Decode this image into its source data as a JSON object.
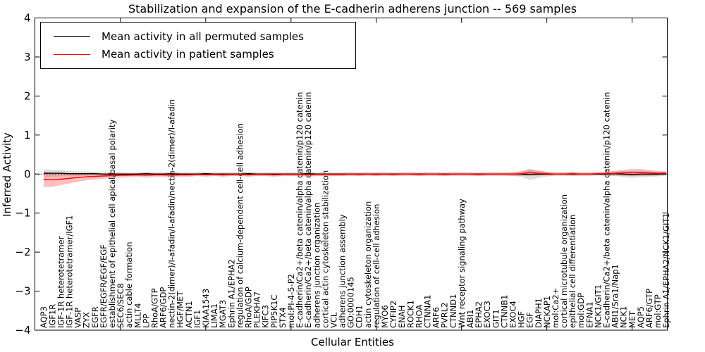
{
  "title": "Stabilization and expansion of the E-cadherin adherens junction -- 569 samples",
  "axes": {
    "xlabel": "Cellular Entities",
    "ylabel": "Inferred Activity",
    "yticks": [
      "4",
      "3",
      "2",
      "1",
      "0",
      "−1",
      "−2",
      "−3",
      "−4"
    ]
  },
  "legend": {
    "entries": [
      {
        "label": "Mean activity in all permuted samples",
        "color": "#000000"
      },
      {
        "label": "Mean activity in patient samples",
        "color": "#ff0000"
      }
    ]
  },
  "chart_data": {
    "type": "line",
    "title": "Stabilization and expansion of the E-cadherin adherens junction -- 569 samples",
    "xlabel": "Cellular Entities",
    "ylabel": "Inferred Activity",
    "ylim": [
      -4,
      4
    ],
    "grid": false,
    "legend_position": "upper left",
    "zero_line": "dotted",
    "top_tick_indices": [
      9,
      19,
      29,
      39,
      49,
      59,
      69
    ],
    "categories": [
      "AQP3",
      "IGF1R",
      "IGF-1R heterotetramer",
      "IGF-1R heterotetramer/IGF1",
      "VASP",
      "ZYX",
      "EGFR",
      "EGFR/EGFR/EGF/EGF",
      "establishment of epithelial cell apical/basal polarity",
      "SEC6/SEC8",
      "actin cable formation",
      "MLLT4",
      "LPP",
      "RhoA/GTP",
      "ARF6/GDP",
      "nectin-2(dimer)/I-afadin/I-afadin/nectin-2(dimer)/I-afadin",
      "HGF/MET",
      "ACTN1",
      "IGF1",
      "KIAA1543",
      "LIMA1",
      "MGAT3",
      "Ephrin A1/EPHA2",
      "regulation of calcium-dependent cell-cell adhesion",
      "RhoA/GDP",
      "PLEKHA7",
      "KIFC3",
      "PIP5K1C",
      "STX4",
      "mol:PI-4-5-P2",
      "E-cadherin/Ca2+/beta catenin/alpha catenin/p120 catenin",
      "E-cadherin/Ca2+/beta catenin/alpha catenin/p120 catenin",
      "adherens junction organization",
      "cortical actin cytoskeleton stabilization",
      "VCL",
      "adherens junction assembly",
      "GO:0000145",
      "CDH1",
      "actin cytoskeleton organization",
      "regulation of cell-cell adhesion",
      "MYO6",
      "CYFIP2",
      "ENAH",
      "ROCK1",
      "RHOA",
      "CTNNA1",
      "ARF6",
      "PVRL2",
      "CTNND1",
      "Wnt receptor signaling pathway",
      "ABI1",
      "EPHA2",
      "EXOC3",
      "GIT1",
      "CTNNB1",
      "EXOC4",
      "HGF",
      "EGF",
      "DIAPH1",
      "NCKAP1",
      "mol:Ca2+",
      "cortical microtubule organization",
      "epithelial cell differentiation",
      "mol:GDP",
      "EFNA1",
      "NCK1/GIT1",
      "E-cadherin/Ca2+/beta catenin/alpha catenin/p120 catenin",
      "ABI1/Sra1/Nap1",
      "NCK1",
      "MET",
      "AQP5",
      "ARF6/GTP",
      "mol:GTP",
      "Ephrin A1/EPHA2/NCK1/GIT1"
    ],
    "series": [
      {
        "name": "Mean activity in all permuted samples",
        "color": "#000000",
        "band_color": "#a0a0a0",
        "values": [
          0.02,
          0.02,
          0.02,
          0.01,
          0.01,
          0.01,
          0.01,
          0,
          0,
          0,
          0,
          0,
          0.01,
          0,
          0,
          0.01,
          0,
          0,
          0,
          0.01,
          0,
          0,
          0,
          0,
          0.01,
          0,
          0,
          0,
          0,
          0,
          0,
          0.01,
          0,
          0,
          0,
          0,
          0,
          0,
          0,
          0,
          0,
          0,
          0,
          0,
          0,
          0,
          0,
          0,
          0,
          0,
          0,
          0,
          0,
          0,
          0,
          0,
          0,
          -0.01,
          0,
          0,
          0,
          0,
          0,
          0,
          0,
          0,
          0,
          0.01,
          0,
          -0.01,
          0,
          0,
          0,
          0.01
        ],
        "band_halfwidth": [
          0.1,
          0.09,
          0.08,
          0.07,
          0.06,
          0.06,
          0.05,
          0.05,
          0.05,
          0.05,
          0.04,
          0.04,
          0.05,
          0.04,
          0.04,
          0.05,
          0.04,
          0.04,
          0.04,
          0.04,
          0.04,
          0.05,
          0.04,
          0.04,
          0.05,
          0.04,
          0.04,
          0.04,
          0.04,
          0.04,
          0.04,
          0.05,
          0.04,
          0.04,
          0.04,
          0.04,
          0.04,
          0.04,
          0.04,
          0.04,
          0.04,
          0.04,
          0.04,
          0.04,
          0.04,
          0.04,
          0.04,
          0.04,
          0.04,
          0.04,
          0.04,
          0.04,
          0.04,
          0.04,
          0.04,
          0.05,
          0.07,
          0.14,
          0.1,
          0.06,
          0.04,
          0.04,
          0.05,
          0.04,
          0.04,
          0.04,
          0.05,
          0.06,
          0.08,
          0.09,
          0.08,
          0.07,
          0.06,
          0.05
        ]
      },
      {
        "name": "Mean activity in patient samples",
        "color": "#ff0000",
        "band_color": "#ff2a2a",
        "values": [
          -0.13,
          -0.15,
          -0.13,
          -0.11,
          -0.09,
          -0.07,
          -0.06,
          -0.05,
          -0.04,
          -0.03,
          -0.03,
          -0.02,
          -0.03,
          -0.02,
          -0.02,
          -0.03,
          -0.02,
          -0.02,
          -0.01,
          -0.02,
          -0.01,
          -0.02,
          -0.01,
          -0.01,
          -0.02,
          -0.01,
          -0.01,
          -0.02,
          -0.01,
          -0.01,
          -0.01,
          -0.02,
          -0.01,
          -0.01,
          -0.01,
          -0.01,
          0,
          -0.01,
          0,
          -0.01,
          0,
          -0.01,
          0,
          0,
          -0.01,
          0,
          0,
          -0.01,
          0,
          0,
          0,
          -0.01,
          0,
          0,
          0,
          0,
          0.01,
          0.04,
          0.02,
          0.01,
          0,
          0,
          0.01,
          0,
          0,
          0.01,
          0.01,
          0.02,
          0.03,
          0.04,
          0.04,
          0.03,
          0.02,
          0.02
        ],
        "band_halfwidth": [
          0.2,
          0.18,
          0.15,
          0.13,
          0.11,
          0.09,
          0.08,
          0.07,
          0.06,
          0.06,
          0.05,
          0.05,
          0.06,
          0.05,
          0.05,
          0.06,
          0.05,
          0.05,
          0.04,
          0.05,
          0.04,
          0.05,
          0.04,
          0.04,
          0.05,
          0.04,
          0.04,
          0.05,
          0.04,
          0.04,
          0.04,
          0.05,
          0.04,
          0.04,
          0.04,
          0.04,
          0.04,
          0.04,
          0.04,
          0.04,
          0.04,
          0.04,
          0.04,
          0.04,
          0.04,
          0.04,
          0.04,
          0.04,
          0.04,
          0.04,
          0.04,
          0.04,
          0.04,
          0.04,
          0.04,
          0.05,
          0.06,
          0.08,
          0.06,
          0.05,
          0.04,
          0.04,
          0.05,
          0.04,
          0.04,
          0.04,
          0.05,
          0.06,
          0.08,
          0.09,
          0.09,
          0.08,
          0.06,
          0.05
        ]
      }
    ]
  }
}
